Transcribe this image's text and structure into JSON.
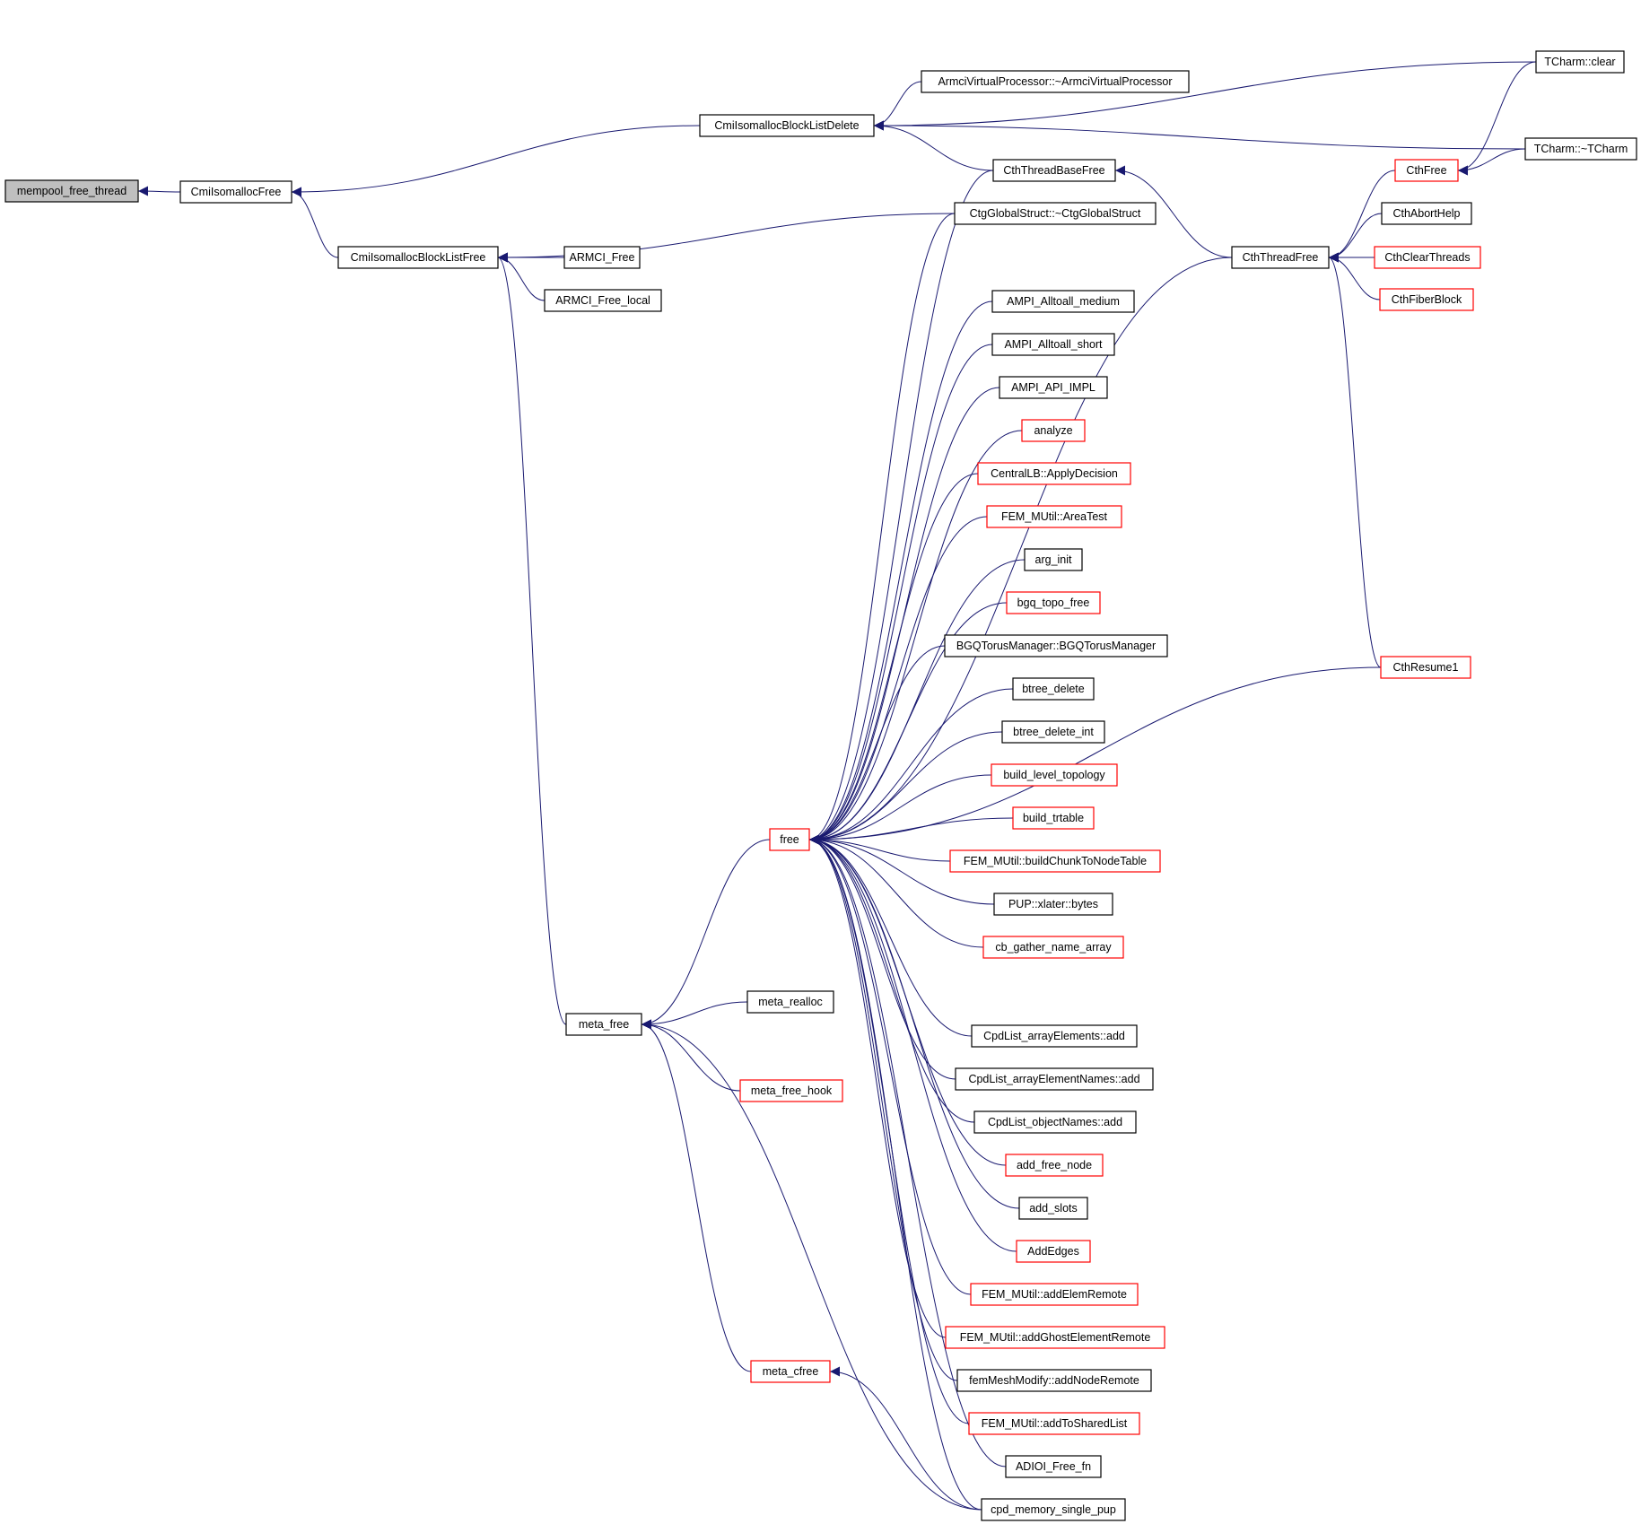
{
  "graph": {
    "nodes": [
      {
        "id": "mempool_free_thread",
        "label": "mempool_free_thread",
        "style": "current"
      },
      {
        "id": "CmiIsomallocFree",
        "label": "CmiIsomallocFree",
        "style": "normal"
      },
      {
        "id": "CmiIsomallocBlockListDelete",
        "label": "CmiIsomallocBlockListDelete",
        "style": "normal"
      },
      {
        "id": "CmiIsomallocBlockListFree",
        "label": "CmiIsomallocBlockListFree",
        "style": "normal"
      },
      {
        "id": "ArmciVP_dtor",
        "label": "ArmciVirtualProcessor::~ArmciVirtualProcessor",
        "style": "normal"
      },
      {
        "id": "TCharm_clear",
        "label": "TCharm::clear",
        "style": "normal"
      },
      {
        "id": "TCharm_dtor",
        "label": "TCharm::~TCharm",
        "style": "normal"
      },
      {
        "id": "CthThreadBaseFree",
        "label": "CthThreadBaseFree",
        "style": "normal"
      },
      {
        "id": "CtgGlobalStruct_dtor",
        "label": "CtgGlobalStruct::~CtgGlobalStruct",
        "style": "normal"
      },
      {
        "id": "ARMCI_Free",
        "label": "ARMCI_Free",
        "style": "normal"
      },
      {
        "id": "ARMCI_Free_local",
        "label": "ARMCI_Free_local",
        "style": "normal"
      },
      {
        "id": "CthFree",
        "label": "CthFree",
        "style": "red"
      },
      {
        "id": "CthThreadFree",
        "label": "CthThreadFree",
        "style": "normal"
      },
      {
        "id": "CthAbortHelp",
        "label": "CthAbortHelp",
        "style": "normal"
      },
      {
        "id": "CthClearThreads",
        "label": "CthClearThreads",
        "style": "red"
      },
      {
        "id": "CthFiberBlock",
        "label": "CthFiberBlock",
        "style": "red"
      },
      {
        "id": "CthResume1",
        "label": "CthResume1",
        "style": "red"
      },
      {
        "id": "AMPI_Alltoall_medium",
        "label": "AMPI_Alltoall_medium",
        "style": "normal"
      },
      {
        "id": "AMPI_Alltoall_short",
        "label": "AMPI_Alltoall_short",
        "style": "normal"
      },
      {
        "id": "AMPI_API_IMPL",
        "label": "AMPI_API_IMPL",
        "style": "normal"
      },
      {
        "id": "analyze",
        "label": "analyze",
        "style": "red"
      },
      {
        "id": "CentralLB_ApplyDecision",
        "label": "CentralLB::ApplyDecision",
        "style": "red"
      },
      {
        "id": "FEM_MUtil_AreaTest",
        "label": "FEM_MUtil::AreaTest",
        "style": "red"
      },
      {
        "id": "arg_init",
        "label": "arg_init",
        "style": "normal"
      },
      {
        "id": "bgq_topo_free",
        "label": "bgq_topo_free",
        "style": "red"
      },
      {
        "id": "BGQTorusManager",
        "label": "BGQTorusManager::BGQTorusManager",
        "style": "normal"
      },
      {
        "id": "btree_delete",
        "label": "btree_delete",
        "style": "normal"
      },
      {
        "id": "btree_delete_int",
        "label": "btree_delete_int",
        "style": "normal"
      },
      {
        "id": "build_level_topology",
        "label": "build_level_topology",
        "style": "red"
      },
      {
        "id": "build_trtable",
        "label": "build_trtable",
        "style": "red"
      },
      {
        "id": "free",
        "label": "free",
        "style": "red"
      },
      {
        "id": "FEM_MUtil_buildChunkToNodeTable",
        "label": "FEM_MUtil::buildChunkToNodeTable",
        "style": "red"
      },
      {
        "id": "PUP_xlater_bytes",
        "label": "PUP::xlater::bytes",
        "style": "normal"
      },
      {
        "id": "cb_gather_name_array",
        "label": "cb_gather_name_array",
        "style": "red"
      },
      {
        "id": "meta_realloc",
        "label": "meta_realloc",
        "style": "normal"
      },
      {
        "id": "meta_free",
        "label": "meta_free",
        "style": "normal"
      },
      {
        "id": "CpdList_arrayElements_add",
        "label": "CpdList_arrayElements::add",
        "style": "normal"
      },
      {
        "id": "meta_free_hook",
        "label": "meta_free_hook",
        "style": "red"
      },
      {
        "id": "CpdList_arrayElementNames_add",
        "label": "CpdList_arrayElementNames::add",
        "style": "normal"
      },
      {
        "id": "CpdList_objectNames_add",
        "label": "CpdList_objectNames::add",
        "style": "normal"
      },
      {
        "id": "add_free_node",
        "label": "add_free_node",
        "style": "red"
      },
      {
        "id": "add_slots",
        "label": "add_slots",
        "style": "normal"
      },
      {
        "id": "AddEdges",
        "label": "AddEdges",
        "style": "red"
      },
      {
        "id": "FEM_MUtil_addElemRemote",
        "label": "FEM_MUtil::addElemRemote",
        "style": "red"
      },
      {
        "id": "FEM_MUtil_addGhostElementRemote",
        "label": "FEM_MUtil::addGhostElementRemote",
        "style": "red"
      },
      {
        "id": "meta_cfree",
        "label": "meta_cfree",
        "style": "red"
      },
      {
        "id": "femMeshModify_addNodeRemote",
        "label": "femMeshModify::addNodeRemote",
        "style": "normal"
      },
      {
        "id": "FEM_MUtil_addToSharedList",
        "label": "FEM_MUtil::addToSharedList",
        "style": "red"
      },
      {
        "id": "ADIOI_Free_fn",
        "label": "ADIOI_Free_fn",
        "style": "normal"
      },
      {
        "id": "cpd_memory_single_pup",
        "label": "cpd_memory_single_pup",
        "style": "normal"
      }
    ],
    "edges": [
      [
        "CmiIsomallocFree",
        "mempool_free_thread"
      ],
      [
        "CmiIsomallocBlockListDelete",
        "CmiIsomallocFree"
      ],
      [
        "CmiIsomallocBlockListFree",
        "CmiIsomallocFree"
      ],
      [
        "TCharm_clear",
        "CmiIsomallocBlockListDelete"
      ],
      [
        "ArmciVP_dtor",
        "CmiIsomallocBlockListDelete"
      ],
      [
        "TCharm_dtor",
        "CmiIsomallocBlockListDelete"
      ],
      [
        "CthThreadBaseFree",
        "CmiIsomallocBlockListDelete"
      ],
      [
        "CtgGlobalStruct_dtor",
        "CmiIsomallocBlockListFree"
      ],
      [
        "ARMCI_Free",
        "CmiIsomallocBlockListFree"
      ],
      [
        "ARMCI_Free_local",
        "CmiIsomallocBlockListFree"
      ],
      [
        "meta_free",
        "CmiIsomallocBlockListFree"
      ],
      [
        "TCharm_clear",
        "CthFree"
      ],
      [
        "TCharm_dtor",
        "CthFree"
      ],
      [
        "CthThreadFree",
        "CthThreadBaseFree"
      ],
      [
        "CthFree",
        "CthThreadFree"
      ],
      [
        "CthAbortHelp",
        "CthThreadFree"
      ],
      [
        "CthClearThreads",
        "CthThreadFree"
      ],
      [
        "CthFiberBlock",
        "CthThreadFree"
      ],
      [
        "CthResume1",
        "CthThreadFree"
      ],
      [
        "CthThreadBaseFree",
        "free"
      ],
      [
        "CtgGlobalStruct_dtor",
        "free"
      ],
      [
        "CthThreadFree",
        "free"
      ],
      [
        "AMPI_Alltoall_medium",
        "free"
      ],
      [
        "AMPI_Alltoall_short",
        "free"
      ],
      [
        "AMPI_API_IMPL",
        "free"
      ],
      [
        "analyze",
        "free"
      ],
      [
        "CentralLB_ApplyDecision",
        "free"
      ],
      [
        "FEM_MUtil_AreaTest",
        "free"
      ],
      [
        "arg_init",
        "free"
      ],
      [
        "bgq_topo_free",
        "free"
      ],
      [
        "BGQTorusManager",
        "free"
      ],
      [
        "btree_delete",
        "free"
      ],
      [
        "btree_delete_int",
        "free"
      ],
      [
        "build_level_topology",
        "free"
      ],
      [
        "build_trtable",
        "free"
      ],
      [
        "FEM_MUtil_buildChunkToNodeTable",
        "free"
      ],
      [
        "PUP_xlater_bytes",
        "free"
      ],
      [
        "cb_gather_name_array",
        "free"
      ],
      [
        "CthResume1",
        "free"
      ],
      [
        "CpdList_arrayElements_add",
        "free"
      ],
      [
        "CpdList_arrayElementNames_add",
        "free"
      ],
      [
        "CpdList_objectNames_add",
        "free"
      ],
      [
        "add_free_node",
        "free"
      ],
      [
        "add_slots",
        "free"
      ],
      [
        "AddEdges",
        "free"
      ],
      [
        "FEM_MUtil_addElemRemote",
        "free"
      ],
      [
        "FEM_MUtil_addGhostElementRemote",
        "free"
      ],
      [
        "femMeshModify_addNodeRemote",
        "free"
      ],
      [
        "FEM_MUtil_addToSharedList",
        "free"
      ],
      [
        "ADIOI_Free_fn",
        "free"
      ],
      [
        "cpd_memory_single_pup",
        "free"
      ],
      [
        "free",
        "meta_free"
      ],
      [
        "meta_realloc",
        "meta_free"
      ],
      [
        "meta_free_hook",
        "meta_free"
      ],
      [
        "meta_cfree",
        "meta_free"
      ],
      [
        "cpd_memory_single_pup",
        "meta_free"
      ],
      [
        "cpd_memory_single_pup",
        "meta_cfree"
      ]
    ]
  }
}
